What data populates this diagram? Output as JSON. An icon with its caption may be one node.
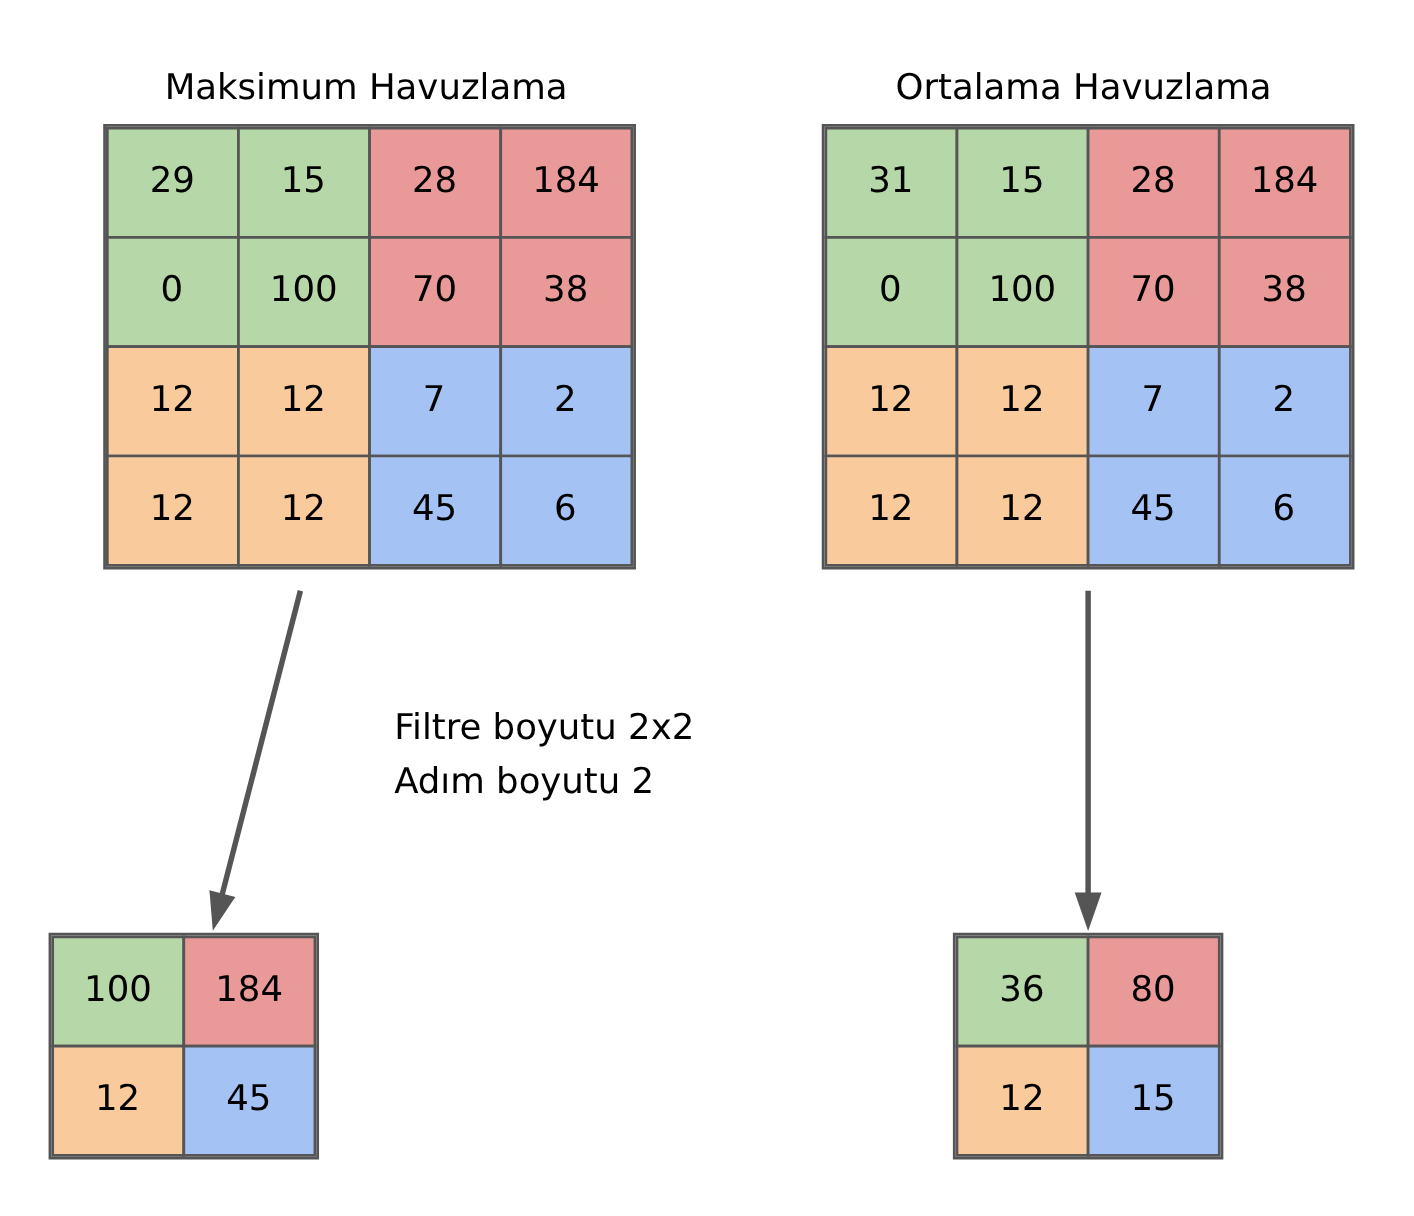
{
  "diagram": {
    "nodes": [
      {
        "text": [
          "Maksimum Havuzlama",
          "29",
          "15",
          "28",
          "184",
          "0",
          "100",
          "70",
          "38",
          "12",
          "12",
          "7",
          "2",
          "12",
          "12",
          "45",
          "6"
        ]
      },
      {
        "text": [
          "Ortalama Havuzlama",
          "31",
          "15",
          "28",
          "184",
          "0",
          "100",
          "70",
          "38",
          "12",
          "12",
          "7",
          "2",
          "12",
          "12",
          "45",
          "6"
        ]
      },
      {
        "text": [
          "100",
          "184",
          "12",
          "45"
        ]
      },
      {
        "text": [
          "36",
          "80",
          "12",
          "15"
        ]
      }
    ],
    "edges": [
      {
        "from": 0,
        "to": 2,
        "arrow": "to"
      },
      {
        "from": 1,
        "to": 3,
        "arrow": "to"
      }
    ],
    "labels": [
      "Filtre boyutu 2x2",
      "Adım boyutu 2"
    ]
  }
}
